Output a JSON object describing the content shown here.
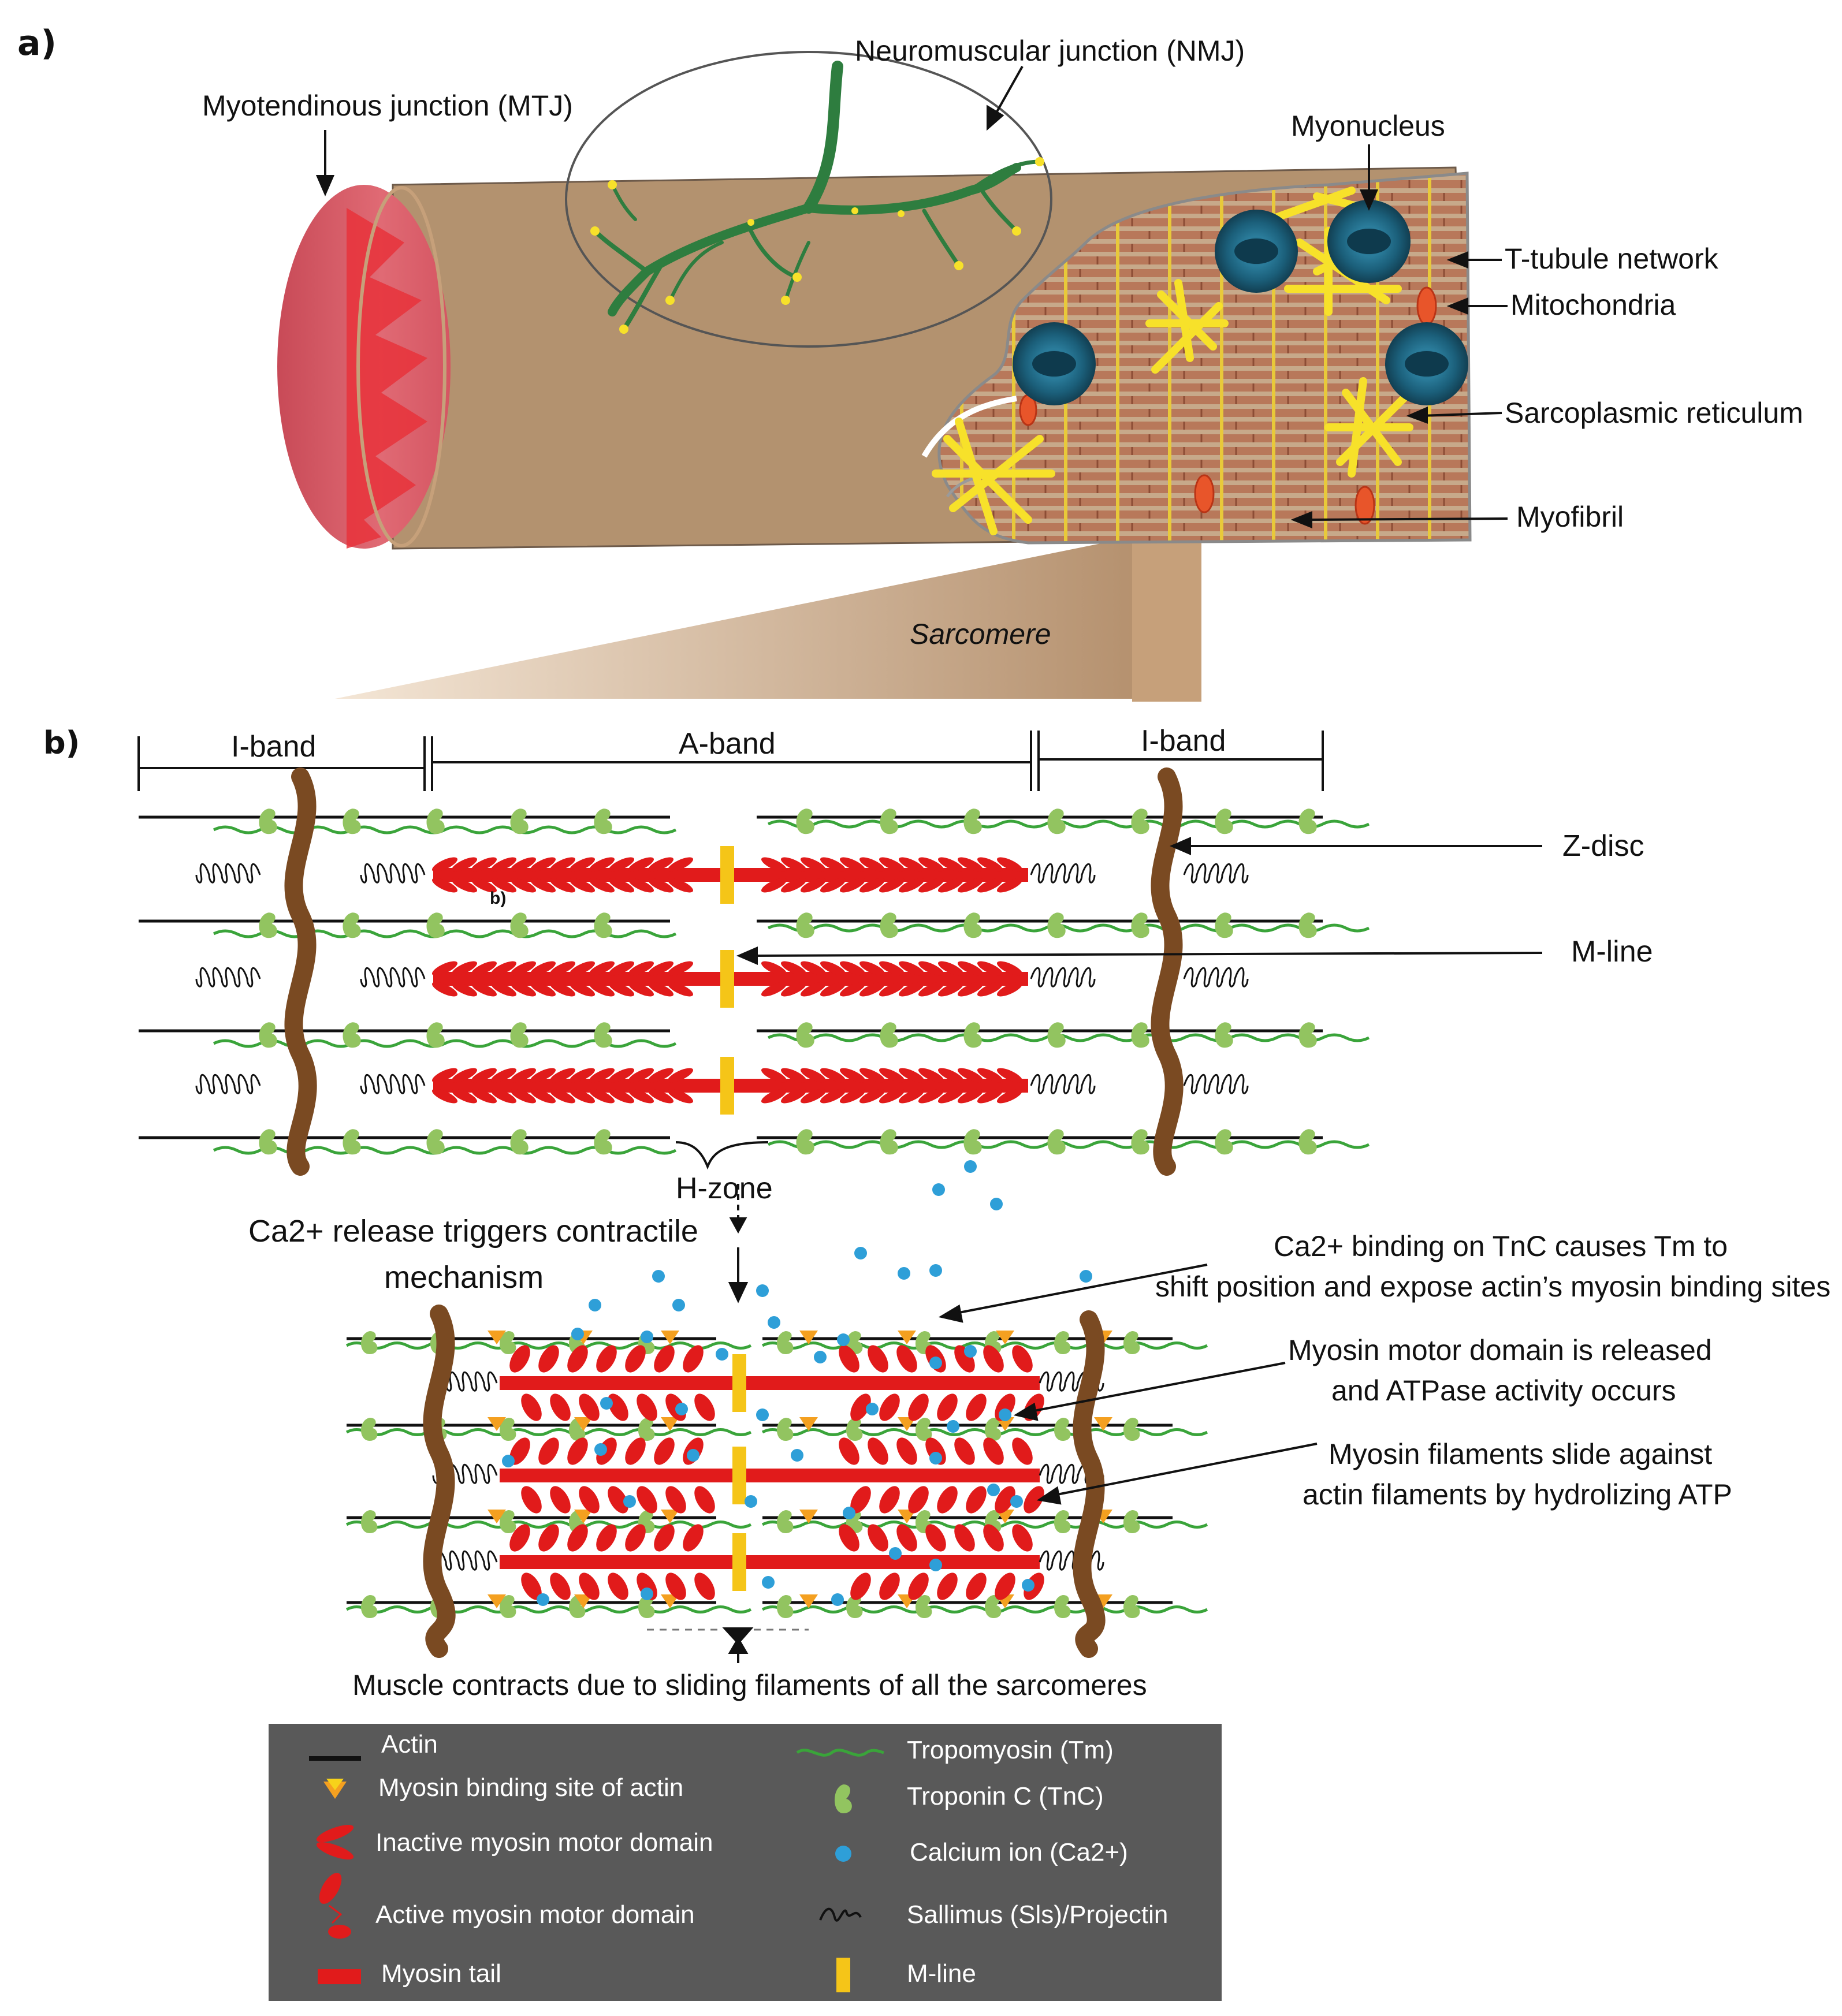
{
  "panel_labels": {
    "a": "a)",
    "b": "b)"
  },
  "panel_a": {
    "mtj": "Myotendinous junction (MTJ)",
    "nmj": "Neuromuscular junction (NMJ)",
    "myonucleus": "Myonucleus",
    "t_tubule": "T-tubule network",
    "mitochondria": "Mitochondria",
    "sr": "Sarcoplasmic reticulum",
    "myofibril": "Myofibril",
    "sarcomere": "Sarcomere"
  },
  "panel_b": {
    "i_band_left": "I-band",
    "a_band": "A-band",
    "i_band_right": "I-band",
    "z_disc": "Z-disc",
    "m_line": "M-line",
    "h_zone": "H-zone",
    "stray_b": "b)",
    "ca_release_1": "Ca2+ release triggers contractile",
    "ca_release_2": "mechanism",
    "tnc_1": "Ca2+ binding on TnC causes Tm to",
    "tnc_2": "shift position and expose actin’s myosin binding sites",
    "motor_1": "Myosin motor domain is released",
    "motor_2": "and ATPase activity occurs",
    "slide_1": "Myosin filaments slide against",
    "slide_2": "actin filaments by hydrolizing ATP",
    "contracts": "Muscle contracts due to sliding filaments of all the sarcomeres"
  },
  "legend": {
    "actin": "Actin",
    "binding_site": "Myosin binding site of actin",
    "inactive_motor": "Inactive myosin motor domain",
    "active_motor": "Active myosin motor domain",
    "myosin_tail": "Myosin tail",
    "tropomyosin": "Tropomyosin (Tm)",
    "troponin": "Troponin C (TnC)",
    "calcium": "Calcium ion (Ca2+)",
    "sallimus": "Sallimus (Sls)/Projectin",
    "m_line": "M-line"
  },
  "colors": {
    "fiber": "#b3926f",
    "tendon": "#d55562",
    "nerve": "#2e7d3f",
    "nucleus": "#1b5f7a",
    "sr_yellow": "#f7e12a",
    "mito": "#e8552a",
    "actin": "#111111",
    "tropomyosin": "#3aa43a",
    "troponin": "#92c460",
    "myosin": "#e11b1b",
    "mline": "#f5c518",
    "zdisc": "#7a4a22",
    "calcium": "#2e9fd8",
    "binding": "#f4a020",
    "legend_bg": "#595959"
  }
}
